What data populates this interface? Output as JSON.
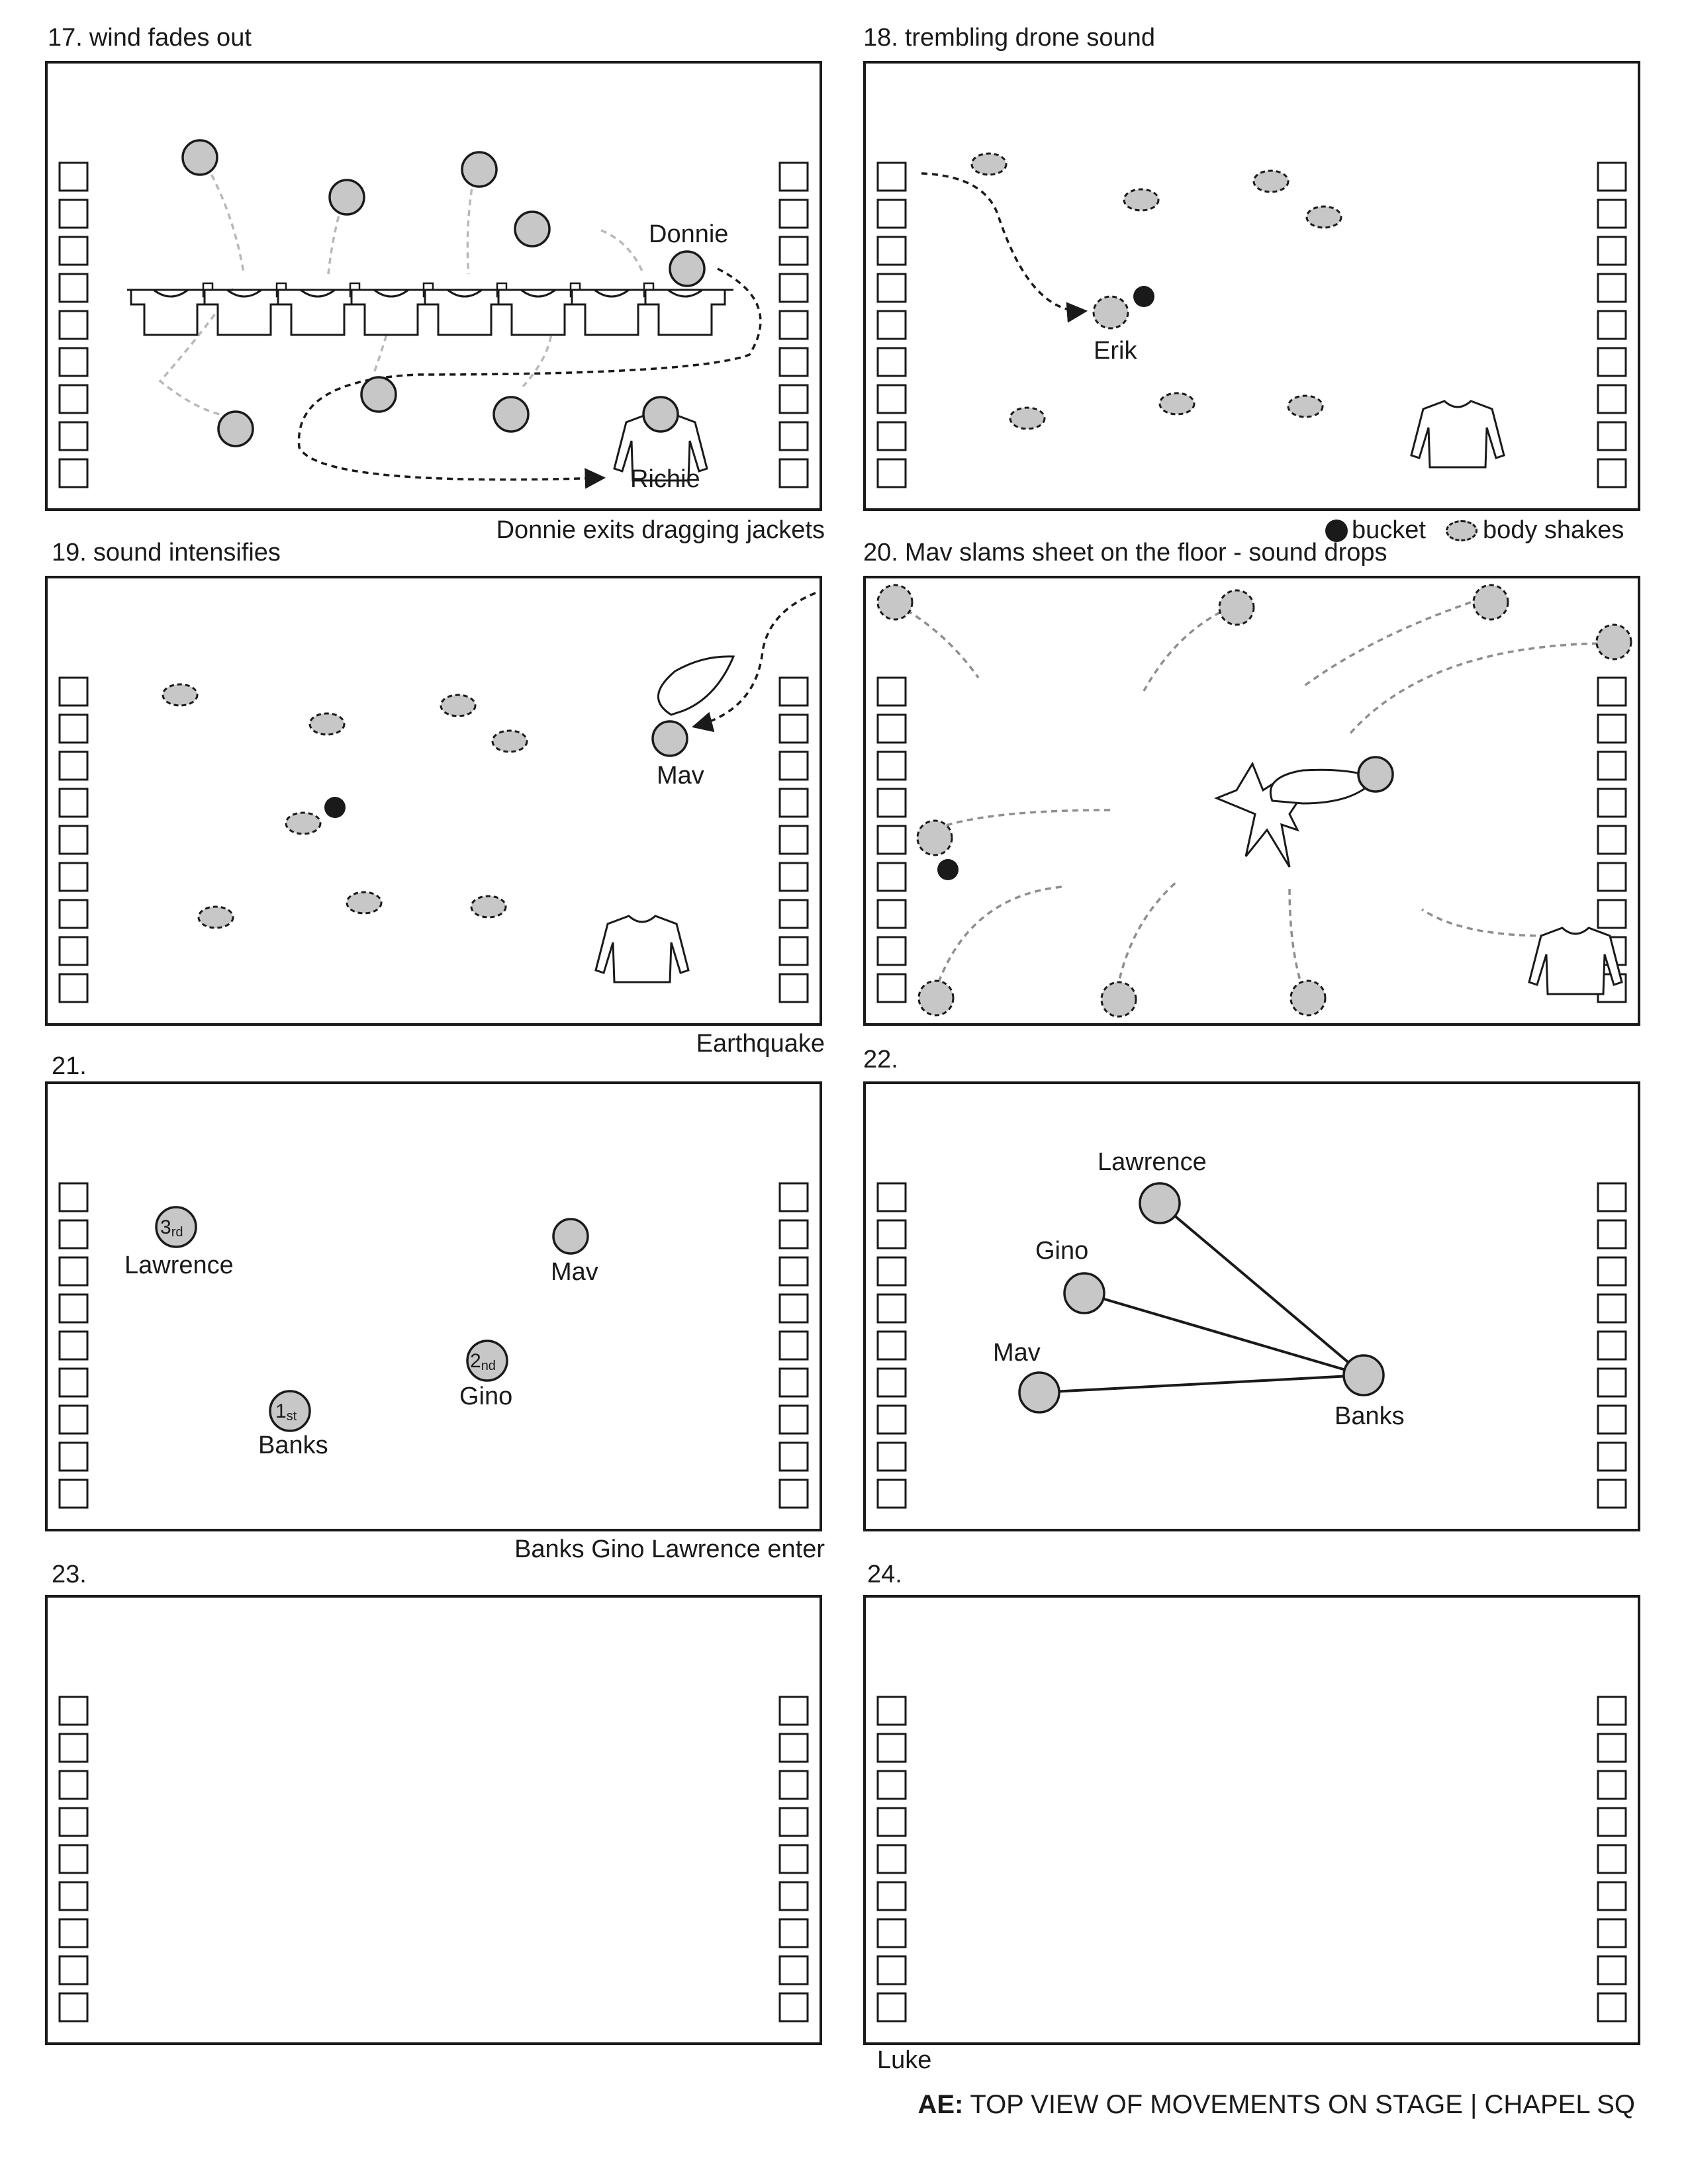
{
  "panels": [
    {
      "number": "17.",
      "title": "wind fades out",
      "caption": "Donnie exits dragging jackets",
      "labels": {
        "donnie": "Donnie",
        "richie": "Richie"
      }
    },
    {
      "number": "18.",
      "title": "trembling drone sound",
      "caption": "",
      "labels": {
        "erik": "Erik"
      }
    },
    {
      "number": "19.",
      "title": "sound intensifies",
      "caption": "Earthquake",
      "labels": {
        "mav": "Mav"
      }
    },
    {
      "number": "20.",
      "title": "Mav slams sheet on the floor - sound drops",
      "caption": ""
    },
    {
      "number": "21.",
      "title": "",
      "caption": "Banks Gino Lawrence enter",
      "labels": {
        "lawrence": "Lawrence",
        "mav": "Mav",
        "gino": "Gino",
        "banks": "Banks",
        "first": "1",
        "first_sup": "st",
        "second": "2",
        "second_sup": "nd",
        "third": "3",
        "third_sup": "rd"
      }
    },
    {
      "number": "22.",
      "title": "",
      "caption": "",
      "labels": {
        "lawrence": "Lawrence",
        "gino": "Gino",
        "mav": "Mav",
        "banks": "Banks"
      }
    },
    {
      "number": "23.",
      "title": "",
      "caption": ""
    },
    {
      "number": "24.",
      "title": "",
      "caption": "Luke"
    }
  ],
  "legend": {
    "bucket": "bucket",
    "body_shakes": "body shakes"
  },
  "footer": {
    "prefix": "AE:",
    "text": "TOP VIEW OF MOVEMENTS ON STAGE | CHAPEL SQ"
  },
  "colors": {
    "person_fill": "#c7c7c8",
    "ink": "#1a1a1a",
    "path_gray": "#b9b9b9"
  }
}
